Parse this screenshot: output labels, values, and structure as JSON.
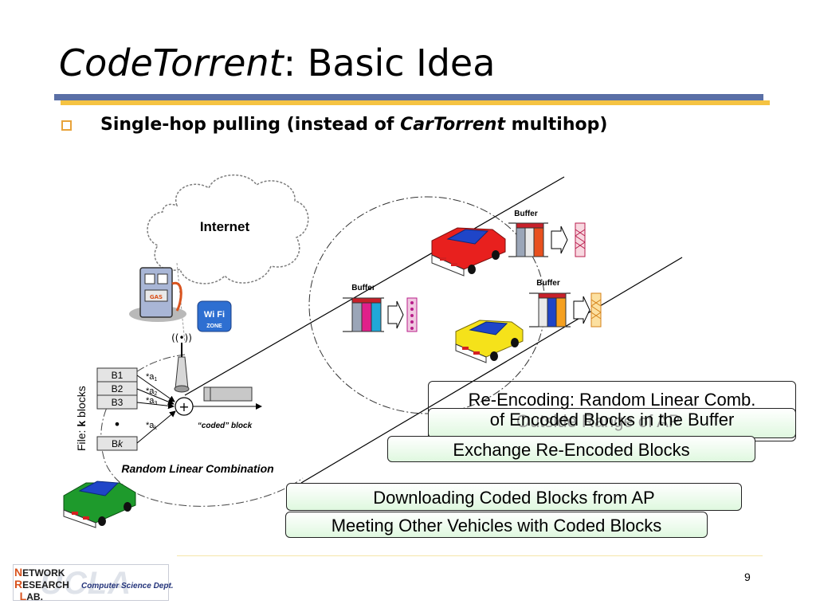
{
  "slide": {
    "title_italic": "CodeTorrent",
    "title_rest": ": Basic Idea",
    "bullet_prefix": "Single-hop pulling (instead of ",
    "bullet_italic": "CarTorrent",
    "bullet_suffix": " multihop)",
    "page_number": "9"
  },
  "diagram": {
    "internet_label": "Internet",
    "wifi_label": "Wi Fi",
    "wifi_sub": "ZONE",
    "gas_label": "GAS",
    "buffer_label": "Buffer",
    "file_label_prefix": "File: ",
    "file_label_k": "k",
    "file_label_suffix": " blocks",
    "blocks": [
      "B1",
      "B2",
      "B3"
    ],
    "block_k_prefix": "B",
    "block_k_italic": "k",
    "dot": "•",
    "coeff_prefix": "*a",
    "coeff_subs": [
      "1",
      "2",
      "3",
      "k"
    ],
    "plus": "+",
    "coded_block_label": "“coded” block",
    "rlc_label": "Random Linear Combination",
    "antenna_waves": "((•))"
  },
  "callouts": {
    "reencoding_line1": "Re-Encoding: Random Linear Comb.",
    "reencoding_line2": "of Encoded Blocks in the Buffer",
    "outside_range": "Outside Range of AP",
    "exchange": "Exchange Re-Encoded Blocks",
    "downloading": "Downloading Coded Blocks from AP",
    "meeting": "Meeting Other Vehicles with Coded Blocks"
  },
  "logo": {
    "line1_cap": "N",
    "line1_rest": "ETWORK",
    "line2_cap": "R",
    "line2_rest": "ESEARCH",
    "line3_cap": "L",
    "line3_rest": "AB.",
    "dept": "Computer Science Dept.",
    "watermark": "UCLA"
  },
  "colors": {
    "title_rule_blue": "#5A6FA6",
    "title_rule_gold": "#F5C342",
    "bullet_orange": "#E8A33A",
    "car_red": "#E8201E",
    "car_yellow": "#F5E21A",
    "car_green": "#1E9A2C",
    "car_roof_blue": "#1F45C8",
    "callout_fill": "#dff8df"
  }
}
